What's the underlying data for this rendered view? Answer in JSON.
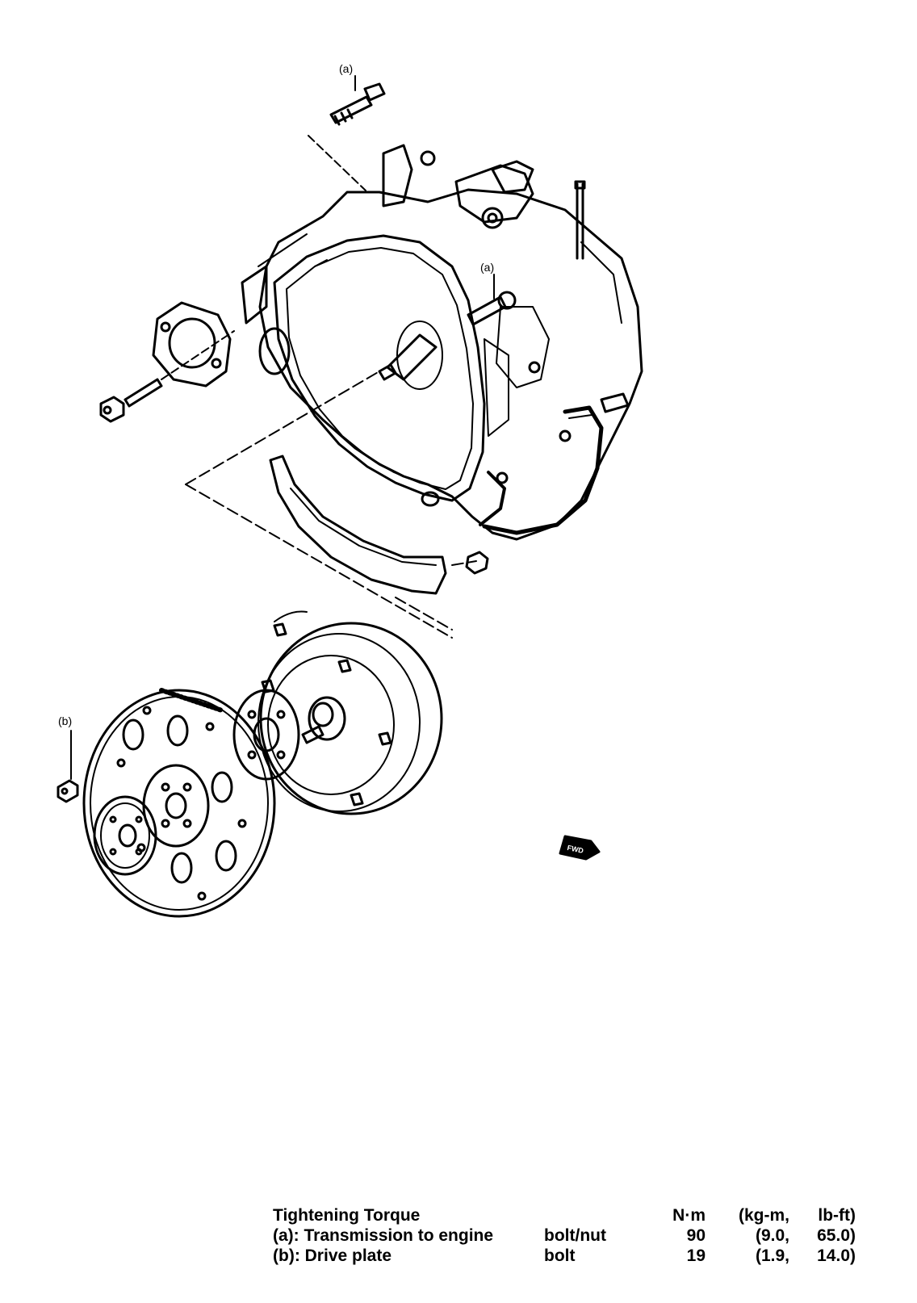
{
  "callouts": {
    "a_top": "(a)",
    "a_mid": "(a)",
    "b": "(b)"
  },
  "fwd_mark": "FWD",
  "torque_table": {
    "title": "Tightening Torque",
    "unit_nm": "N·m",
    "unit_kgm": "(kg-m,",
    "unit_lbft": "lb-ft)",
    "rows": [
      {
        "label": "(a): Transmission to engine",
        "type": "bolt/nut",
        "nm": "90",
        "kgm": "(9.0,",
        "lbft": "65.0)"
      },
      {
        "label": "(b): Drive plate",
        "type": "bolt",
        "nm": "19",
        "kgm": "(1.9,",
        "lbft": "14.0)"
      }
    ]
  }
}
